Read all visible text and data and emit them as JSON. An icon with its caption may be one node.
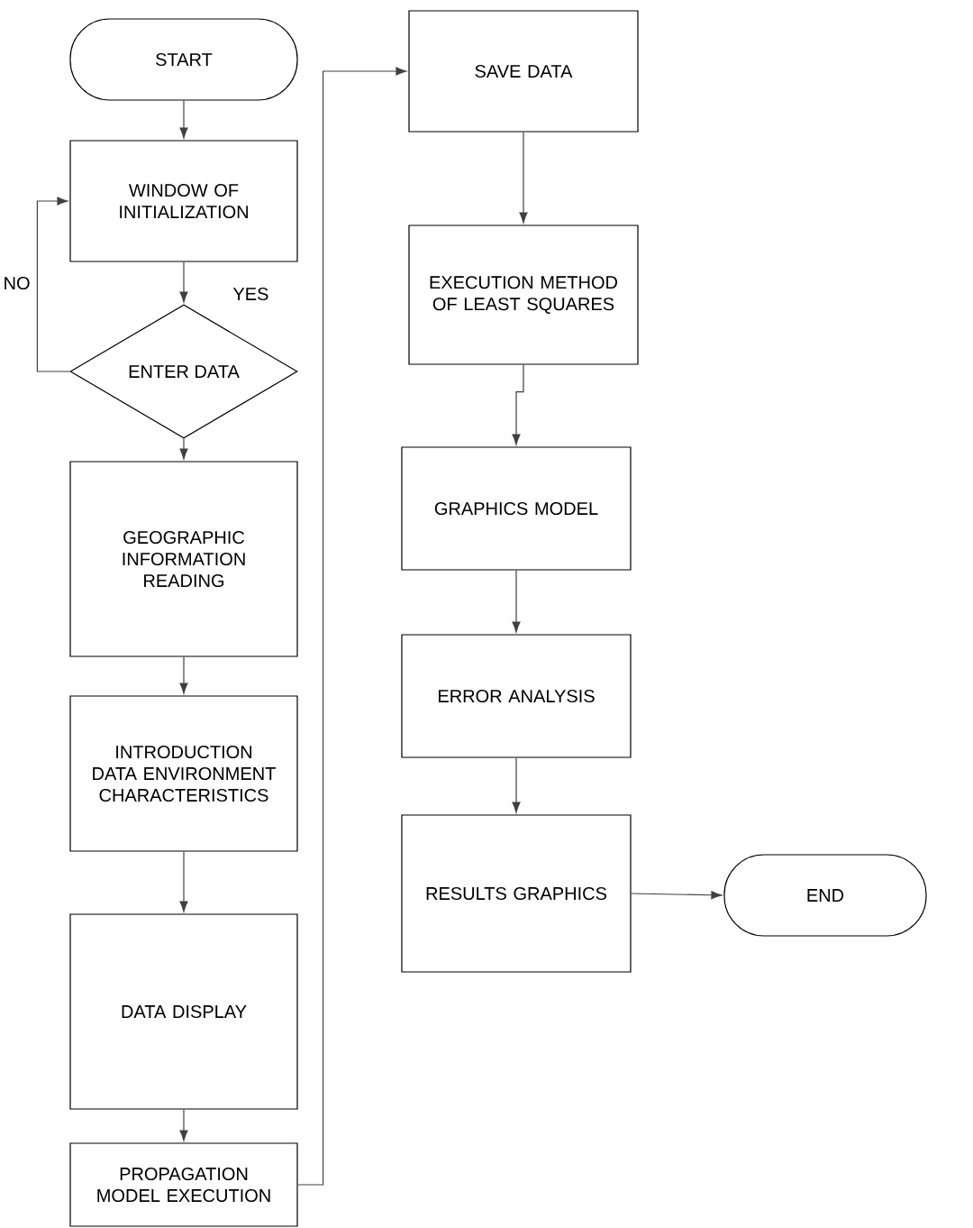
{
  "diagram": {
    "nodes": [
      {
        "text": [
          "START"
        ]
      },
      {
        "text": [
          "WINDOW OF INITIALIZATION"
        ]
      },
      {
        "text": [
          "ENTER DATA"
        ]
      },
      {
        "text": [
          "GEOGRAPHIC INFORMATION READING"
        ]
      },
      {
        "text": [
          "INTRODUCTION DATA ENVIRONMENT CHARACTERISTICS"
        ]
      },
      {
        "text": [
          "DATA DISPLAY"
        ]
      },
      {
        "text": [
          "PROPAGATION MODEL EXECUTION"
        ]
      },
      {
        "text": [
          "SAVE DATA"
        ]
      },
      {
        "text": [
          "EXECUTION METHOD OF LEAST SQUARES"
        ]
      },
      {
        "text": [
          "GRAPHICS MODEL"
        ]
      },
      {
        "text": [
          "ERROR ANALYSIS"
        ]
      },
      {
        "text": [
          "RESULTS GRAPHICS"
        ]
      },
      {
        "text": [
          "END"
        ]
      }
    ],
    "edges": [
      {
        "from": 0,
        "to": 1,
        "arrow": "to"
      },
      {
        "from": 1,
        "to": 2,
        "arrow": "to",
        "label": "YES"
      },
      {
        "from": 2,
        "to": 1,
        "arrow": "to",
        "label": "NO"
      },
      {
        "from": 2,
        "to": 3,
        "arrow": "to"
      },
      {
        "from": 3,
        "to": 4,
        "arrow": "to"
      },
      {
        "from": 4,
        "to": 5,
        "arrow": "to"
      },
      {
        "from": 5,
        "to": 6,
        "arrow": "to"
      },
      {
        "from": 6,
        "to": 7,
        "arrow": "to"
      },
      {
        "from": 7,
        "to": 8,
        "arrow": "to"
      },
      {
        "from": 8,
        "to": 9,
        "arrow": "to"
      },
      {
        "from": 9,
        "to": 10,
        "arrow": "to"
      },
      {
        "from": 10,
        "to": 11,
        "arrow": "to"
      },
      {
        "from": 11,
        "to": 12,
        "arrow": "to"
      }
    ]
  }
}
